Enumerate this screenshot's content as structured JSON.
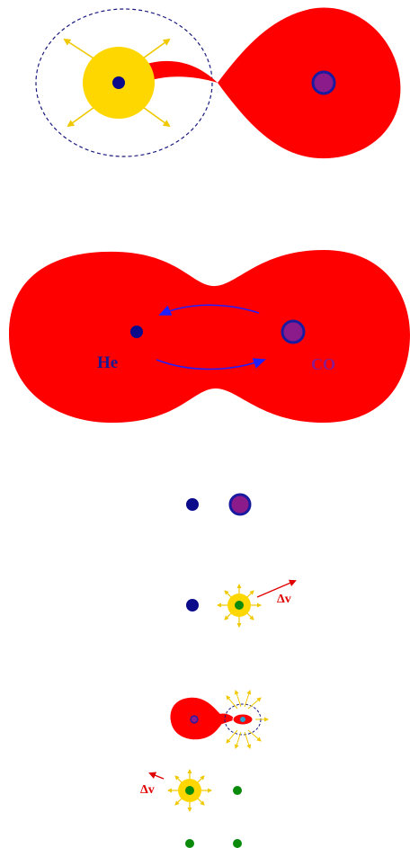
{
  "labels": {
    "he": "He",
    "co": "CO",
    "delta_v_1": "Δv",
    "delta_v_2": "Δv"
  },
  "colors": {
    "envelope": "#ff0000",
    "helium_star": "#ffd700",
    "white_dwarf_core": "#0a0a8a",
    "co_white_dwarf": "#8b1a8b",
    "co_ring": "#1a1aa0",
    "orbit_arrow": "#1f1fff",
    "neutron_star": "#0a8a0a",
    "wind_arrow": "#f0c800",
    "dashed_lobe": "#1a1a80",
    "label_he": "#1a1a90",
    "label_co": "#8b1a8b",
    "label_dv": "#e00000"
  }
}
